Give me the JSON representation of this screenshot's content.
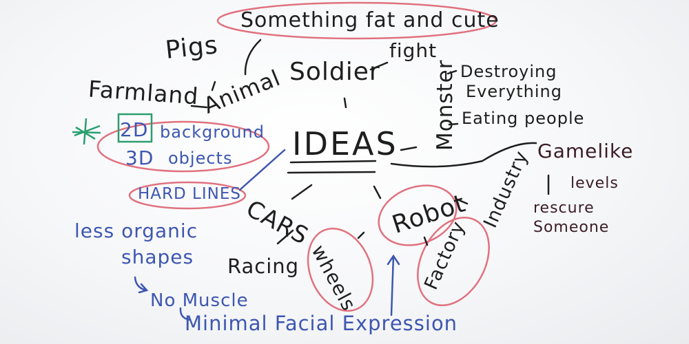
{
  "center": "IDEAS",
  "nodes": {
    "something": "Something fat and cute",
    "pigs": "Pigs",
    "farmland": "Farmland",
    "animal": "Animal",
    "soldier": "Soldier",
    "fight": "fight",
    "monster": "Monster",
    "destroying": "Destroying",
    "everything": "Everything",
    "eating": "Eating people",
    "gamelike": "Gamelike",
    "levels": "levels",
    "rescue": "rescure",
    "someone": "Someone",
    "industry": "Industry",
    "factory": "Factory",
    "robot": "Robot",
    "wheels": "wheels",
    "cars": "CARS",
    "racing": "Racing",
    "d2": "2D",
    "background": "background",
    "d3": "3D",
    "objects": "objects",
    "hard_lines": "HARD LINES",
    "less_organic": "less organic",
    "shapes": "shapes",
    "no_muscle": "No Muscle",
    "minimal": "Minimal Facial Expression"
  },
  "colors": {
    "marker_black": "#1e1e1e",
    "marker_blue": "#3d56b0",
    "marker_red": "#e0717e",
    "marker_green": "#2a9d6e",
    "marker_maroon": "#3a1d24"
  }
}
